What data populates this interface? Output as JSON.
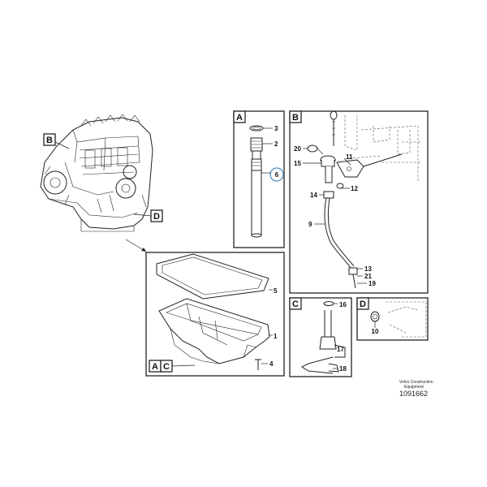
{
  "views": {
    "a": {
      "letter": "A"
    },
    "b": {
      "letter": "B"
    },
    "c": {
      "letter": "C"
    },
    "d": {
      "letter": "D"
    }
  },
  "engine_callouts": {
    "b": "B",
    "d": "D"
  },
  "oil_pan_view": {
    "letters": [
      "A",
      "C"
    ]
  },
  "callouts": {
    "p1": "1",
    "p2": "2",
    "p3": "3",
    "p4": "4",
    "p5": "5",
    "p6": "6",
    "p9": "9",
    "p10": "10",
    "p11": "11",
    "p12": "12",
    "p13": "13",
    "p14": "14",
    "p15": "15",
    "p16": "16",
    "p17": "17",
    "p18": "18",
    "p19": "19",
    "p20": "20",
    "p21": "21"
  },
  "footer": {
    "source_line1": "Volvo Construction",
    "source_line2": "Equipment",
    "picture_number": "1091662"
  },
  "colors": {
    "line": "#222222",
    "highlight_circle": "#4a90c8"
  }
}
